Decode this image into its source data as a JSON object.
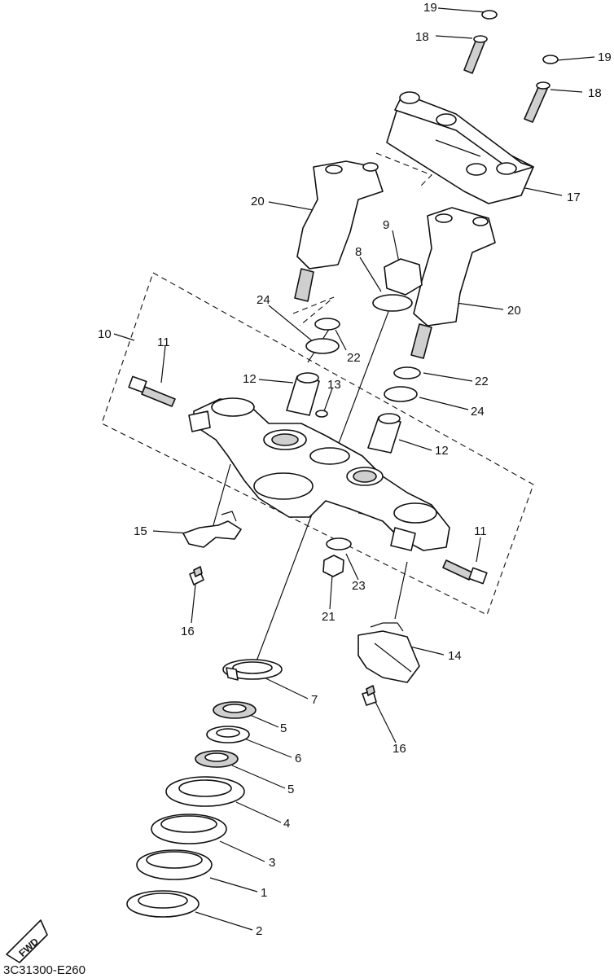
{
  "diagram": {
    "code": "3C31300-E260",
    "fwd_badge": "FWD",
    "callouts": [
      "19",
      "18",
      "19",
      "18",
      "17",
      "20",
      "9",
      "8",
      "20",
      "24",
      "22",
      "10",
      "11",
      "12",
      "13",
      "22",
      "24",
      "12",
      "15",
      "11",
      "23",
      "21",
      "16",
      "14",
      "7",
      "16",
      "5",
      "6",
      "5",
      "4",
      "3",
      "1",
      "2"
    ]
  }
}
